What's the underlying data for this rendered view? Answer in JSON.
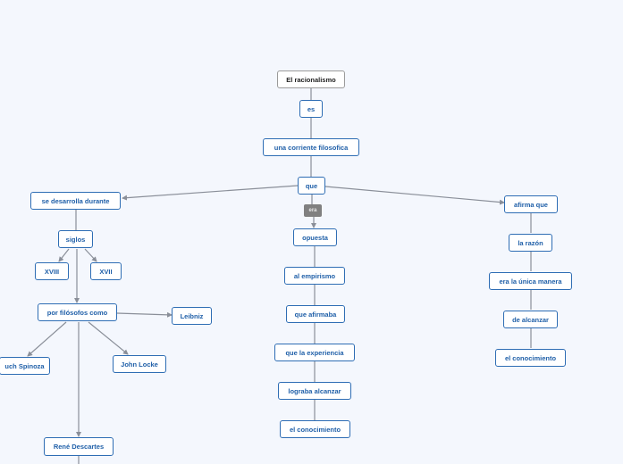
{
  "map": {
    "root": "El racionalismo",
    "n_es": "es",
    "n_corriente": "una corriente filosofica",
    "n_que": "que",
    "link_era": "era",
    "left": {
      "desarrolla": "se desarrolla durante",
      "siglos": "siglos",
      "xviii": "XVIII",
      "xvii": "XVII",
      "filosofos": "por filósofos como",
      "leibniz": "Leibniz",
      "spinoza": "uch Spinoza",
      "locke": "John Locke",
      "descartes": "René Descartes"
    },
    "center": {
      "opuesta": "opuesta",
      "empirismo": "al empirismo",
      "afirmaba": "que afirmaba",
      "experiencia": "que la experiencia",
      "lograba": "lograba alcanzar",
      "conocimiento": "el conocimiento"
    },
    "right": {
      "afirma": "afirma que",
      "razon": "la razón",
      "unica": "era la única manera",
      "alcanzar": "de alcanzar",
      "conocimiento": "el conocimiento"
    }
  },
  "colors": {
    "node_border": "#2e6db4",
    "node_text": "#1f5fa8",
    "root_border": "#9a9a9a",
    "connector": "#8a8f99",
    "background": "#f4f7fd"
  }
}
